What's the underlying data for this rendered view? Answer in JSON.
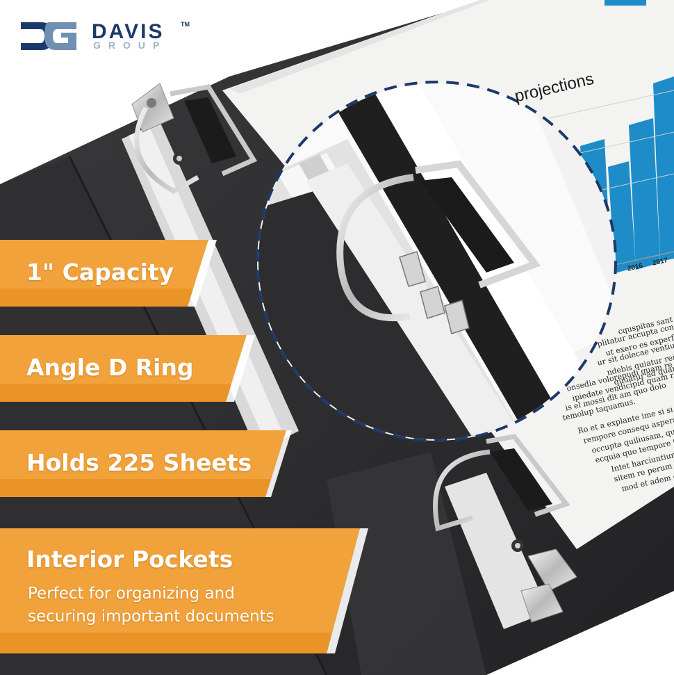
{
  "brand": {
    "monogram": "DG",
    "name": "DAVIS",
    "trademark": "TM",
    "sub": "GROUP"
  },
  "features": [
    {
      "title": "1\" Capacity"
    },
    {
      "title": "Angle D Ring"
    },
    {
      "title": "Holds 225 Sheets"
    },
    {
      "title": "Interior Pockets",
      "description_lines": [
        "Perfect for organizing and",
        "securing important documents"
      ]
    }
  ],
  "document": {
    "chart_title": "projections",
    "years": [
      "2016",
      "2017"
    ],
    "body_lines": [
      "cquspitas sant ils ni",
      "plitatur accupta conse",
      "ut exero es experferchi",
      "ur sit dolecae ventium qui",
      "ndebis quiatur reicto re ra",
      "quuatur ad quam nectum",
      "onsedia volorepudi quam re",
      "ipiedate vendicipid quam re",
      "is el mossi dit am quo dolo",
      "temolup taquamus.",
      "Ro et a explante ime si si",
      "rempore consequ aspera",
      "occupta quiliusam, quib",
      "ecquia quo tempore tur",
      "Intet harciuntiur mo",
      "sitem re perum alit",
      "mod et adem qu"
    ]
  },
  "colors": {
    "accent_orange": "#f2a23a",
    "accent_orange_dark": "#e58b1c",
    "brand_navy": "#1c3a68",
    "brand_light": "#9fb3c8",
    "binder_black": "#2b2b2d",
    "chart_blue": "#1d8cc9"
  },
  "icons": [
    "davis-group-logo-icon",
    "d-ring-icon",
    "rivet-icon",
    "callout-circle-icon"
  ]
}
